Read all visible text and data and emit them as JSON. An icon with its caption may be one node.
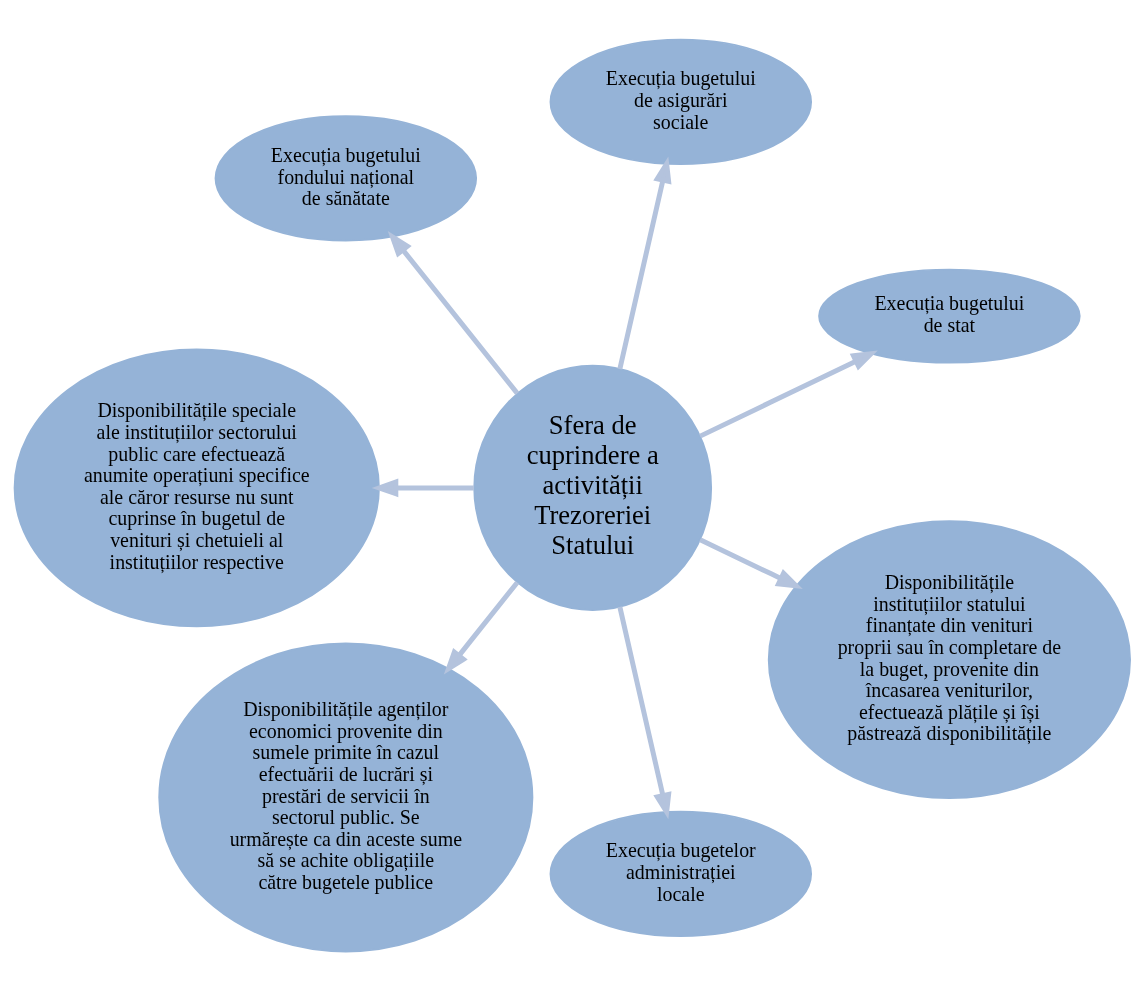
{
  "diagram": {
    "nodes": [
      {
        "text": [
          "Execuția bugetului de stat"
        ]
      },
      {
        "text": [
          "Execuția bugetului de asigurări sociale"
        ]
      },
      {
        "text": [
          "Execuția bugetului fondului național de sănătate"
        ]
      },
      {
        "text": [
          "Sfera de cuprindere a activității Trezoreriei Statului"
        ]
      },
      {
        "text": [
          "Disponibilitățile speciale ale instituțiilor sectorului public care efectuează anumite operațiuni specifice ale căror resurse nu sunt cuprinse în bugetul de venituri și chetuieli al instituțiilor respective"
        ]
      },
      {
        "text": [
          "Disponibilitățile agenților economici provenite din sumele primite în cazul efectuării de lucrări și prestări de servicii în sectorul public. Se urmărește ca din aceste sume să se achite obligațiile către bugetele publice"
        ]
      },
      {
        "text": [
          "Execuția bugetelor administrației locale"
        ]
      },
      {
        "text": [
          "Disponibilitățile instituțiilor statului finanțate din venituri proprii sau în completare de la buget, provenite din încasarea veniturilor, efectuează plățile și își păstrează disponibilitățile"
        ]
      }
    ],
    "edges": [
      {
        "from": 3,
        "to": 0,
        "arrow": "to"
      },
      {
        "from": 3,
        "to": 2,
        "arrow": "to"
      },
      {
        "from": 3,
        "to": 5,
        "arrow": "to"
      },
      {
        "from": 3,
        "to": 7,
        "arrow": "to"
      },
      {
        "from": 3,
        "to": 6,
        "arrow": "to"
      },
      {
        "from": 3,
        "to": 4,
        "arrow": "to"
      },
      {
        "from": 3,
        "to": 1,
        "arrow": "to"
      }
    ]
  }
}
